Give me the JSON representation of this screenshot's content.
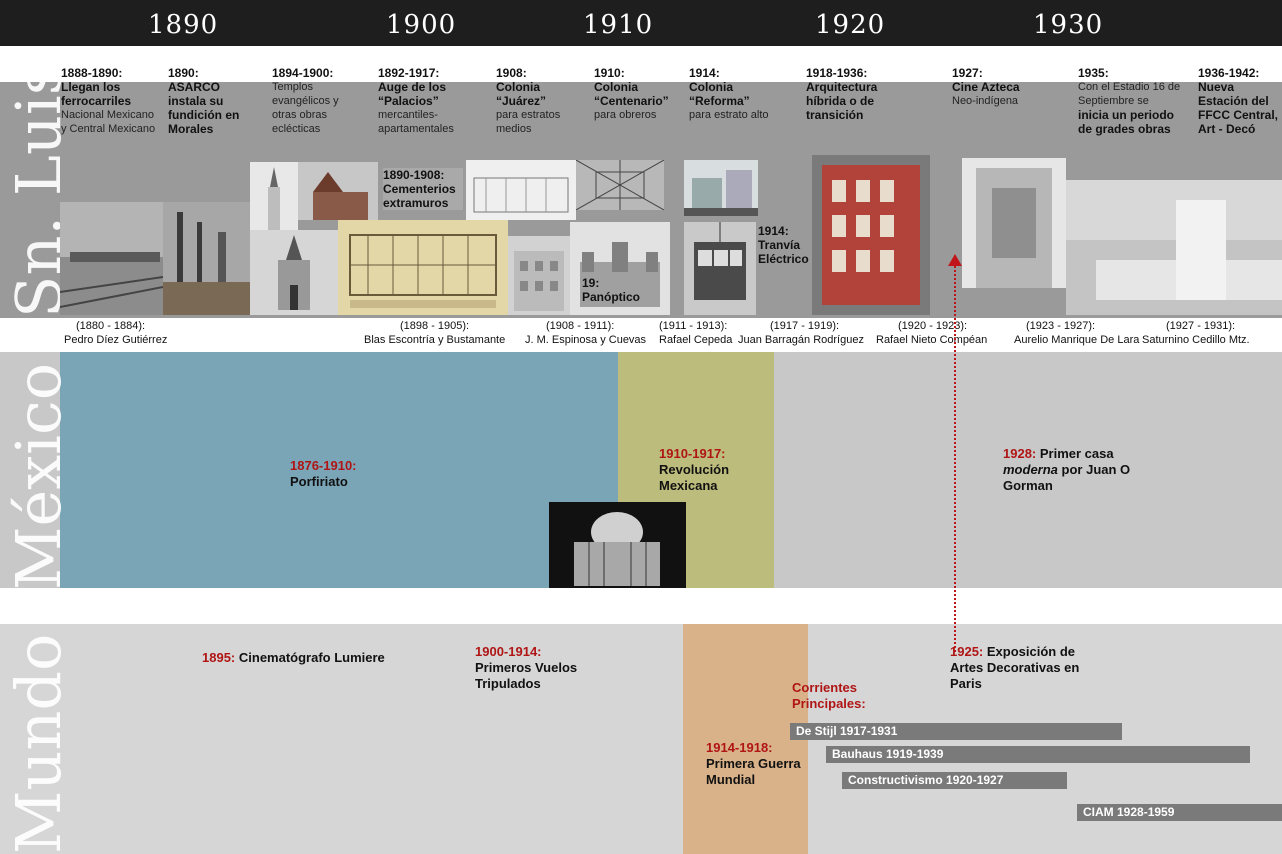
{
  "years": [
    "1890",
    "1900",
    "1910",
    "1920",
    "1930"
  ],
  "bands": {
    "sanluis": "Sn. Luis",
    "mexico": "México",
    "mundo": "Mundo"
  },
  "sanluis": {
    "e1": {
      "years": "1888-1890:",
      "title": "Llegan los ferrocarriles",
      "sub": "Nacional Mexicano y Central Mexicano"
    },
    "e2": {
      "years": "1890:",
      "title": "ASARCO instala su fundición en Morales"
    },
    "e3": {
      "years": "1894-1900:",
      "sub": "Templos evangélicos y otras obras eclécticas"
    },
    "e4": {
      "years": "1892-1917:",
      "title": "Auge de los “Palacios”",
      "sub": "mercantiles-apartamentales"
    },
    "e5": {
      "years": "1890-1908:",
      "title": "Cementerios extramuros"
    },
    "e6": {
      "years": "1908:",
      "title": "Colonia “Juárez”",
      "sub": "para estratos medios"
    },
    "e7": {
      "years": "1910:",
      "title": "Colonia “Centenario”",
      "sub": "para obreros"
    },
    "e8": {
      "years": "1914:",
      "title": "Colonia “Reforma”",
      "sub": "para estrato alto"
    },
    "e9": {
      "years": "1918-1936:",
      "title": "Arquitectura híbrida o de transición"
    },
    "e10": {
      "years": "1927:",
      "title": "Cine Azteca",
      "sub": "Neo-indígena"
    },
    "e11": {
      "years": "1935:",
      "sub": "Con el Estadio 16 de Septiembre se",
      "title": "inicia un periodo de grades obras"
    },
    "e12": {
      "years": "1936-1942:",
      "title": "Nueva Estación del FFCC Central, Art - Decó"
    },
    "e13": {
      "years": "1914:",
      "title": "Tranvía Eléctrico"
    },
    "e14": {
      "years": "19:",
      "title": "Panóptico"
    }
  },
  "governors": [
    {
      "period": "(1880 - 1884):",
      "name": "Pedro Díez Gutiérrez"
    },
    {
      "period": "(1898 - 1905):",
      "name": "Blas Escontría y Bustamante"
    },
    {
      "period": "(1908 - 1911):",
      "name": "J. M. Espinosa y Cuevas"
    },
    {
      "period": "(1911 - 1913):",
      "name": "Rafael Cepeda"
    },
    {
      "period": "(1917 - 1919):",
      "name": "Juan Barragán Rodríguez"
    },
    {
      "period": "(1920 - 1923):",
      "name": "Rafael Nieto Compéan"
    },
    {
      "period": "(1923 - 1927):",
      "name": "Aurelio Manrique De Lara"
    },
    {
      "period": "(1927 - 1931):",
      "name": "Saturnino Cedillo Mtz."
    }
  ],
  "mexico": {
    "porfiriato": {
      "years": "1876-1910:",
      "title": "Porfiriato"
    },
    "revolucion": {
      "years": "1910-1917:",
      "title": "Revolución Mexicana"
    },
    "casa": {
      "years": "1928:",
      "title1": "Primer casa",
      "italic": "moderna",
      "title2": "por Juan O Gorman"
    }
  },
  "mundo": {
    "cine": {
      "years": "1895:",
      "title": "Cinematógrafo Lumiere"
    },
    "vuelos": {
      "years": "1900-1914:",
      "title": "Primeros Vuelos Tripulados"
    },
    "guerra": {
      "years": "1914-1918:",
      "title": "Primera Guerra Mundial"
    },
    "expo": {
      "years": "1925:",
      "title": "Exposición de Artes Decorativas en Paris"
    },
    "corrientes": "Corrientes Principales:",
    "bars": [
      "De Stijl 1917-1931",
      "Bauhaus 1919-1939",
      "Constructivismo 1920-1927",
      "CIAM 1928-1959"
    ]
  },
  "colors": {
    "header": "#1e1e1e",
    "sanluis": "#9a9a9a",
    "porfiriato": "#7aa5b6",
    "revolucion": "#bcbc7c",
    "mexico": "#c8c8c8",
    "mundo": "#d6d6d6",
    "guerra": "#d9b289",
    "accent_red": "#b01515"
  }
}
